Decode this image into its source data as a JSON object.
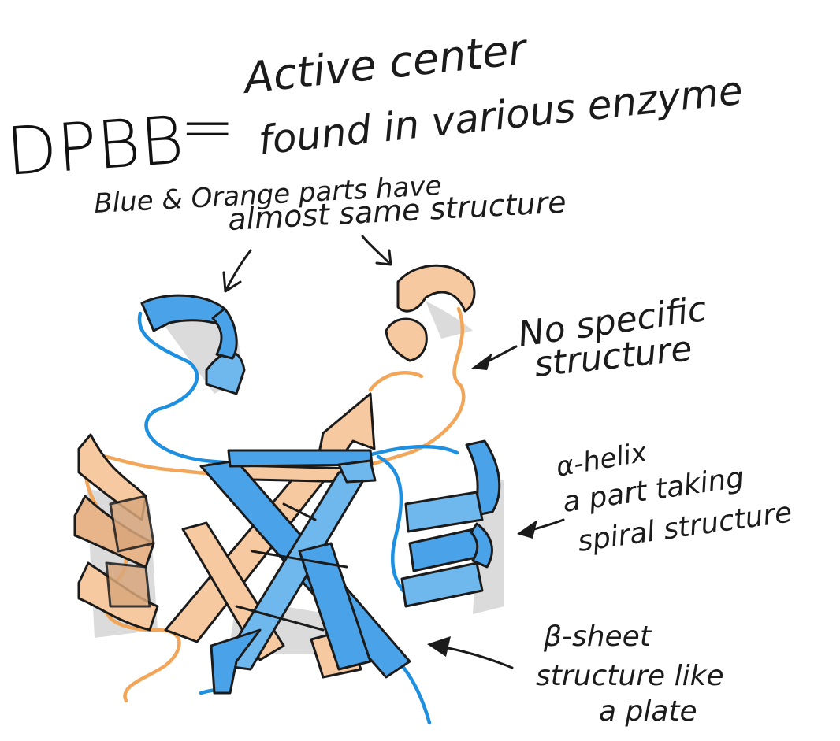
{
  "diagram": {
    "title_term": "DPBB",
    "equals": "=",
    "definition_line1": "Active center",
    "definition_line2": "found in various enzyme",
    "note_line1": "Blue & Orange parts have",
    "note_line2": "almost same structure",
    "callouts": {
      "loop": {
        "line1": "No specific",
        "line2": "structure"
      },
      "helix": {
        "line1": "α-helix",
        "line2": "a part taking",
        "line3": "spiral structure"
      },
      "sheet": {
        "line1": "β-sheet",
        "line2": "structure like",
        "line3": "a plate"
      }
    },
    "colors": {
      "blue": "#4aa3e8",
      "blue_edge": "#1f78c8",
      "orange": "#f7c9a0",
      "orange_wire": "#f2a65a",
      "ink": "#1b1b1b"
    }
  }
}
